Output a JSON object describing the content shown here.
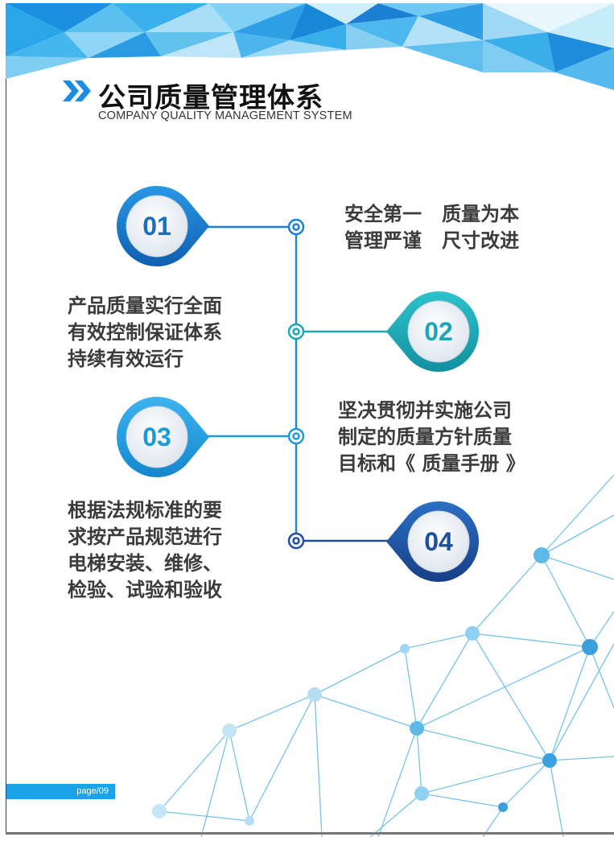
{
  "header": {
    "title": "公司质量管理体系",
    "subtitle": "COMPANY QUALITY MANAGEMENT SYSTEM",
    "arrow_icon": "double-chevron-right-icon"
  },
  "colors": {
    "primary_blue": "#1a6fbf",
    "teal": "#1aa7b8",
    "light_blue": "#1a9ad6",
    "dark_blue": "#1d4f9e",
    "text_gray": "#3b3b3b",
    "page_label_bg": "#1aa3e8"
  },
  "steps": [
    {
      "number": "01",
      "lines": [
        "安全第一   质量为本",
        "管理严谨   尺寸改进"
      ]
    },
    {
      "number": "02",
      "lines": [
        "产品质量实行全面",
        "有效控制保证体系",
        "持续有效运行"
      ]
    },
    {
      "number": "03",
      "lines": [
        "坚决贯彻并实施公司",
        "制定的质量方针质量",
        "目标和《 质量手册 》"
      ]
    },
    {
      "number": "04",
      "lines": [
        "根据法规标准的要",
        "求按产品规范进行",
        "电梯安装、维修、",
        "检验、试验和验收"
      ]
    }
  ],
  "footer": {
    "page_label": "page/09"
  }
}
